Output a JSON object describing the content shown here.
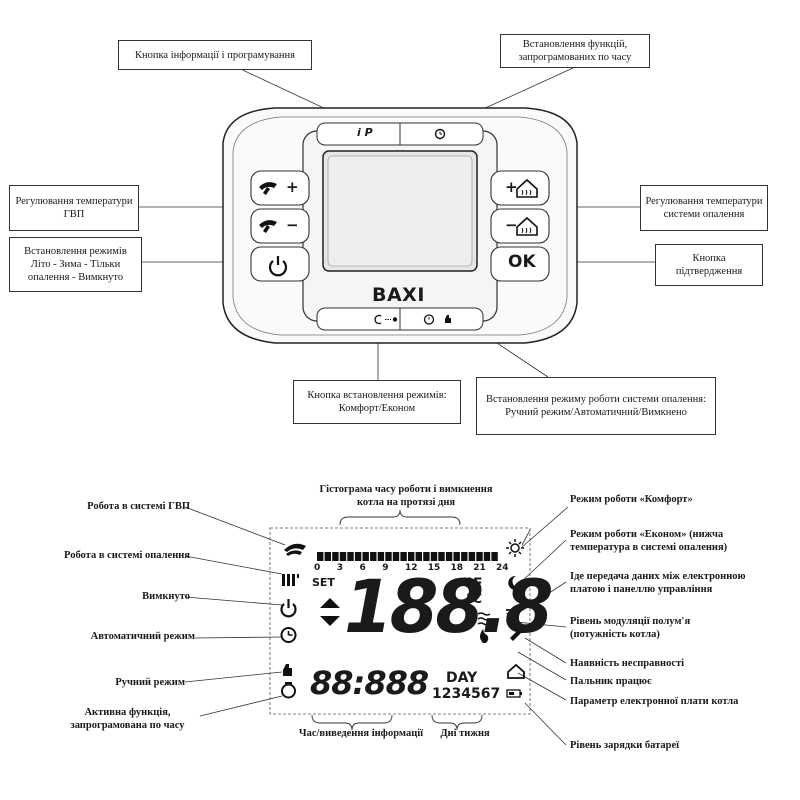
{
  "top_panel": {
    "callouts": {
      "info_button": "Кнопка інформації і програмування",
      "timed_functions": "Встановлення функцій, запрограмованих по часу",
      "dhw_temp": "Регулювання температури ГВП",
      "heating_temp": "Регулювання температури системи опалення",
      "modes": "Встановлення режимів Літо - Зима - Тільки опалення - Вимкнуто",
      "confirm": "Кнопка підтвердження",
      "comfort_econom": "Кнопка встановлення режимів: Комфорт/Економ",
      "heating_mode": "Встановлення режиму роботи системи опалення: Ручний режим/Автоматичний/Вимкнено"
    },
    "brand": "BAXI",
    "buttons": {
      "info": "i P",
      "dhw_plus": "+",
      "dhw_minus": "−",
      "heat_plus": "+",
      "heat_minus": "−",
      "ok": "OK"
    }
  },
  "lcd_panel": {
    "callouts": {
      "dhw_work": "Робота в системі ГВП",
      "heating_work": "Робота в системі опалення",
      "off": "Вимкнуто",
      "auto_mode": "Автоматичний режим",
      "manual_mode": "Ручний режим",
      "timed_active": "Активна функція, запрограмована по часу",
      "histogram": "Гістограма часу роботи і вимкнення котла на протязі дня",
      "comfort_mode": "Режим роботи «Комфорт»",
      "econom_mode": "Режим роботи «Економ» (нижча температура в системі опалення)",
      "data_transfer": "Іде передача даних між електронною платою і панеллю управління",
      "flame_level": "Рівень модуляції полум'я (потужність котла)",
      "fault": "Наявність несправності",
      "burner": "Пальник працює",
      "board_param": "Параметр електронної плати котла",
      "battery": "Рівень зарядки батареї",
      "time_info": "Час/виведення інформації",
      "weekdays": "Дні тижня"
    },
    "hours": [
      "0",
      "3",
      "6",
      "9",
      "12",
      "15",
      "18",
      "21",
      "24"
    ],
    "set_label": "SET",
    "big_digits": "188.8",
    "unit_f": "°F",
    "unit_c": "°C",
    "small_digits": "88:888",
    "day_label": "DAY",
    "day_numbers": "1234567"
  }
}
